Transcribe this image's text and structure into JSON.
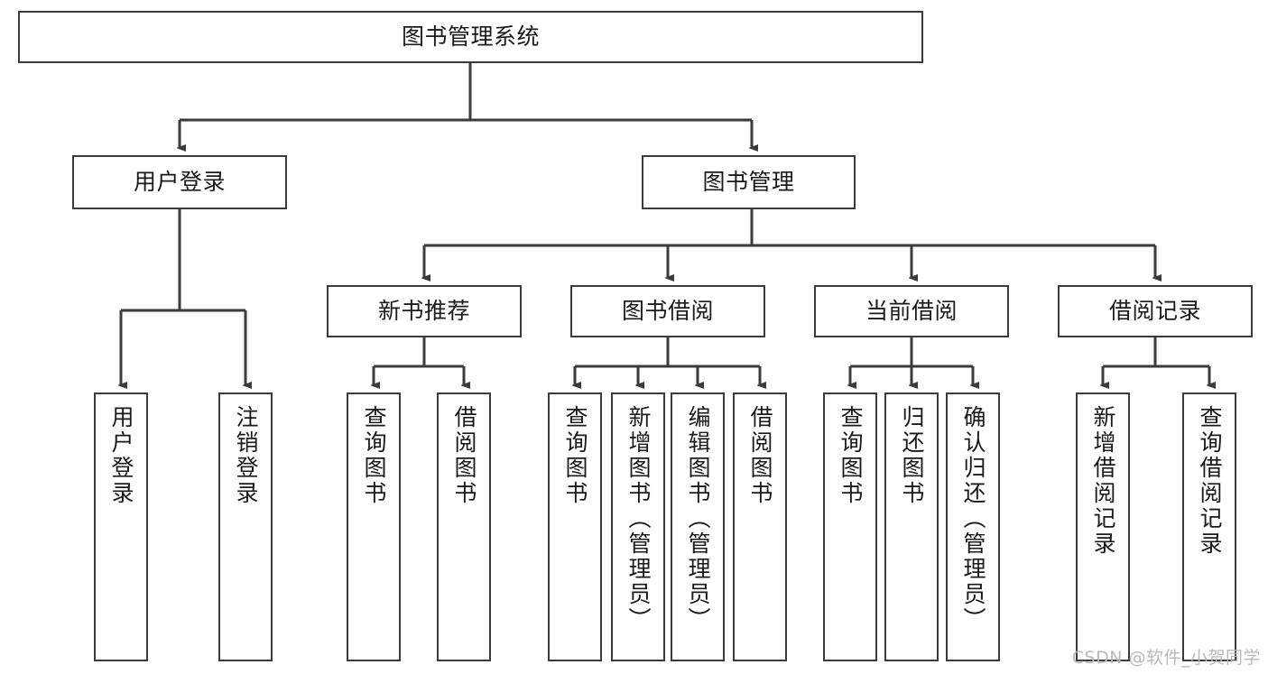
{
  "diagram": {
    "title": "图书管理系统",
    "type": "tree",
    "watermark": "CSDN @软件_小贺同学",
    "colors": {
      "box_border": "#3b3b3b",
      "box_fill": "#ffffff",
      "connector": "#3b3b3b",
      "text": "#1a1a1a",
      "watermark": "#b9b9b9",
      "background": "#ffffff"
    },
    "root": {
      "label": "图书管理系统"
    },
    "level2": [
      {
        "label": "用户登录"
      },
      {
        "label": "图书管理"
      }
    ],
    "level3": [
      {
        "label": "新书推荐"
      },
      {
        "label": "图书借阅"
      },
      {
        "label": "当前借阅"
      },
      {
        "label": "借阅记录"
      }
    ],
    "leaves": {
      "user_login": [
        {
          "label": "用户登录"
        },
        {
          "label": "注销登录"
        }
      ],
      "new_book_recommend": [
        {
          "label": "查询图书"
        },
        {
          "label": "借阅图书"
        }
      ],
      "book_borrow": [
        {
          "label": "查询图书"
        },
        {
          "label": "新增图书（管理员）"
        },
        {
          "label": "编辑图书（管理员）"
        },
        {
          "label": "借阅图书"
        }
      ],
      "current_borrow": [
        {
          "label": "查询图书"
        },
        {
          "label": "归还图书"
        },
        {
          "label": "确认归还（管理员）"
        }
      ],
      "borrow_record": [
        {
          "label": "新增借阅记录"
        },
        {
          "label": "查询借阅记录"
        }
      ]
    }
  }
}
